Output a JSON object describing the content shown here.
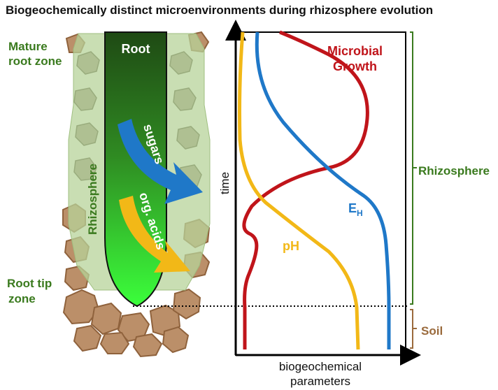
{
  "title": "Biogeochemically distinct microenvironments during rhizosphere evolution",
  "labels": {
    "mature_root_zone_line1": "Mature",
    "mature_root_zone_line2": "root zone",
    "root_tip_zone_line1": "Root tip",
    "root_tip_zone_line2": "zone",
    "root": "Root",
    "rhizosphere_vertical": "Rhizosphere",
    "sugars": "sugars",
    "org_acids": "org. acids",
    "microbial_line1": "Microbial",
    "microbial_line2": "Growth",
    "eh_main": "E",
    "eh_sub": "H",
    "ph": "pH",
    "time_axis": "time",
    "x_axis_line1": "biogeochemical",
    "x_axis_line2": "parameters",
    "bracket_rhizosphere": "Rhizosphere",
    "bracket_soil": "Soil"
  },
  "colors": {
    "microbial": "#c0141a",
    "eh": "#1f78c8",
    "ph": "#f2b817",
    "green_label": "#3a7a1e",
    "soil_brown": "#9a6a3c",
    "sugars_arrow": "#1f78c8",
    "acids_arrow": "#f2b817"
  }
}
